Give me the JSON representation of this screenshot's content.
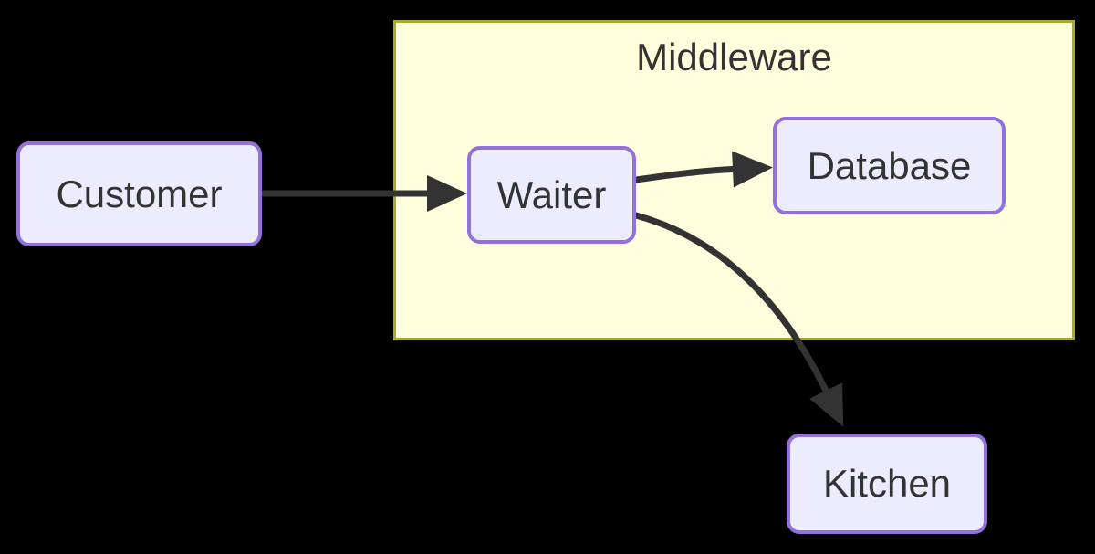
{
  "diagram": {
    "type": "flowchart",
    "background_color": "#000000",
    "cluster": {
      "label": "Middleware",
      "fill_color": "#FFFFDE",
      "border_color": "#AAAA33"
    },
    "nodes": [
      {
        "id": "customer",
        "label": "Customer",
        "inside_cluster": false
      },
      {
        "id": "waiter",
        "label": "Waiter",
        "inside_cluster": true
      },
      {
        "id": "database",
        "label": "Database",
        "inside_cluster": true
      },
      {
        "id": "kitchen",
        "label": "Kitchen",
        "inside_cluster": false
      }
    ],
    "node_style": {
      "fill_color": "#ECECFF",
      "border_color": "#9370DB",
      "text_color": "#333333"
    },
    "edges": [
      {
        "from": "Customer",
        "to": "Waiter"
      },
      {
        "from": "Waiter",
        "to": "Database"
      },
      {
        "from": "Waiter",
        "to": "Kitchen"
      }
    ],
    "edge_color": "#333333"
  }
}
